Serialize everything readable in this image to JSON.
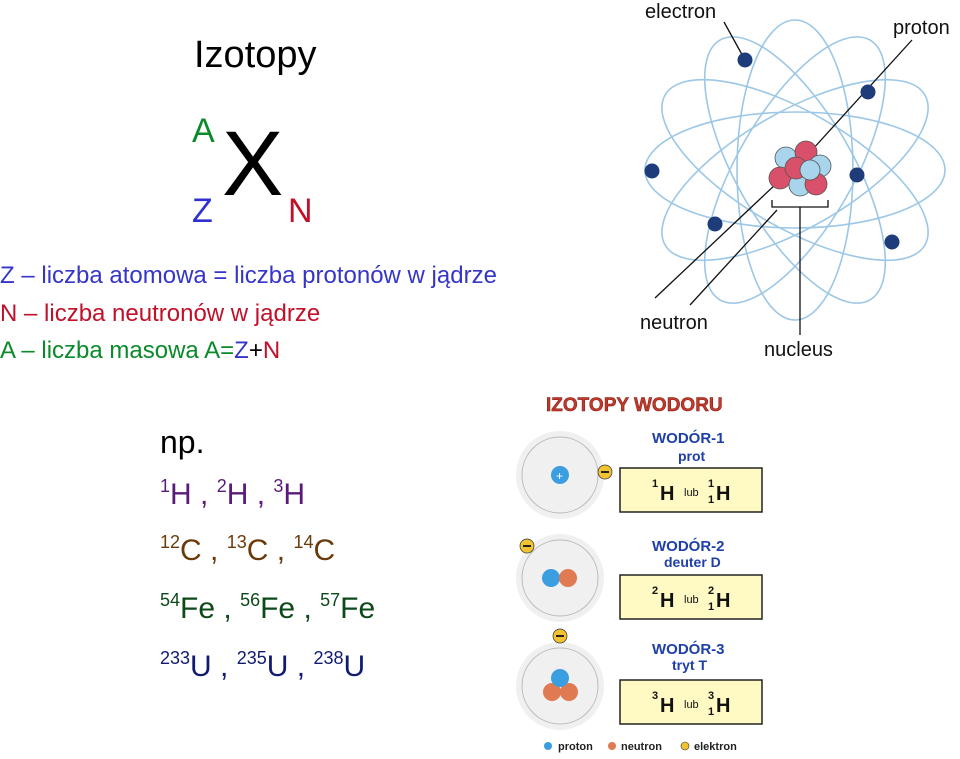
{
  "title": "Izotopy",
  "symbol": {
    "mass": "A",
    "element": "X",
    "atomic": "Z",
    "neutrons": "N"
  },
  "definitions": {
    "z": {
      "letter": "Z",
      "text": " – liczba atomowa = liczba protonów w jądrze"
    },
    "n": {
      "letter": "N",
      "text": " – liczba neutronów w jądrze"
    },
    "a": {
      "letter": "A",
      "text": " – liczba masowa A=",
      "z": "Z",
      "plus": "+",
      "n": "N"
    }
  },
  "example_label": "np.",
  "isotope_rows": [
    {
      "element": "H",
      "masses": [
        "1",
        "2",
        "3"
      ],
      "color": "#5a1a78"
    },
    {
      "element": "C",
      "masses": [
        "12",
        "13",
        "14"
      ],
      "color": "#6a3a0a"
    },
    {
      "element": "Fe",
      "masses": [
        "54",
        "56",
        "57"
      ],
      "color": "#0d4a1a"
    },
    {
      "element": "U",
      "masses": [
        "233",
        "235",
        "238"
      ],
      "color": "#101a70"
    }
  ],
  "atom_diagram": {
    "labels": {
      "electron": "electron",
      "proton": "proton",
      "neutron": "neutron",
      "nucleus": "nucleus"
    },
    "colors": {
      "electron": "#1f3c7a",
      "proton": "#d9506a",
      "neutron": "#a8d4ec",
      "orbit": "#9cc7e6"
    }
  },
  "hydrogen_panel": {
    "title": "IZOTOPY WODORU",
    "isotopes": [
      {
        "name": "WODÓR-1",
        "alias": "prot",
        "mass": "1",
        "symbol": "H",
        "or": "lub",
        "mass2": "1",
        "atomic": "1",
        "symbol2": "H"
      },
      {
        "name": "WODÓR-2",
        "alias": "deuter D",
        "mass": "2",
        "symbol": "H",
        "or": "lub",
        "mass2": "2",
        "atomic": "1",
        "symbol2": "H"
      },
      {
        "name": "WODÓR-3",
        "alias": "tryt T",
        "mass": "3",
        "symbol": "H",
        "or": "lub",
        "mass2": "3",
        "atomic": "1",
        "symbol2": "H"
      }
    ],
    "legend": [
      "proton",
      "neutron",
      "elektron"
    ],
    "colors": {
      "title": "#c0392b",
      "name": "#1f3fa8",
      "box_fill": "#fff9c4",
      "box_border": "#222222",
      "proton": "#3a9ee0",
      "neutron": "#e07a52",
      "electron": "#f1c232"
    }
  }
}
